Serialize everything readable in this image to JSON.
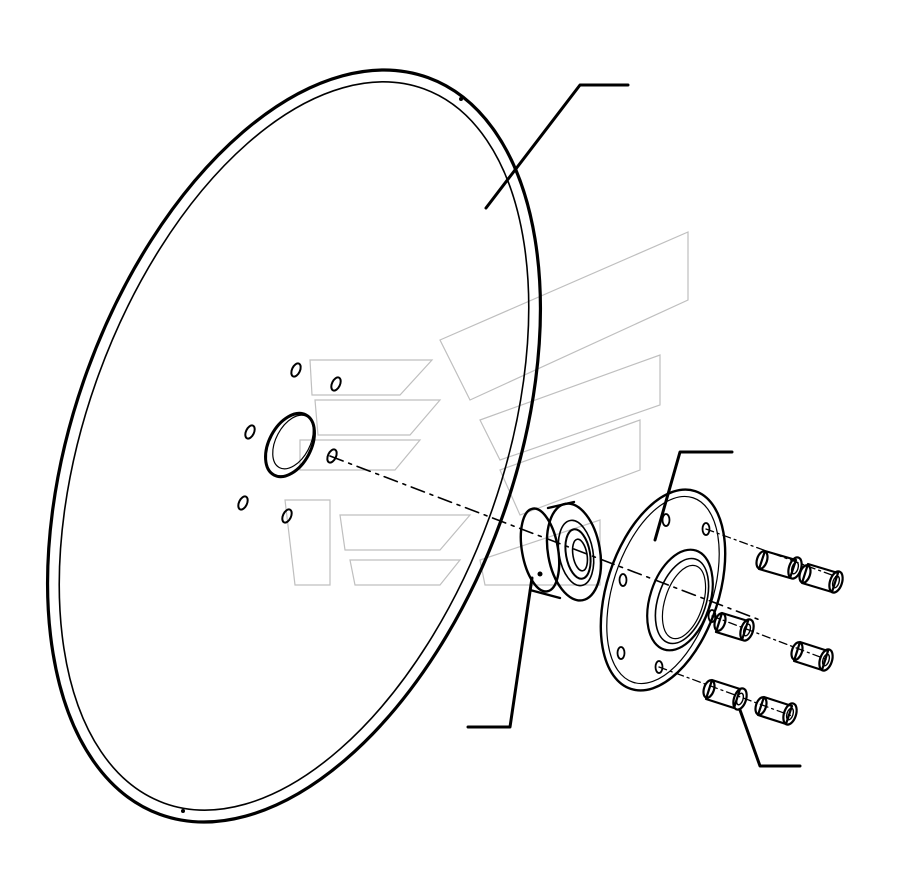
{
  "diagram": {
    "kind": "exploded-parts-view",
    "parts": [
      {
        "id": "disc",
        "icon": "disc-blade-icon"
      },
      {
        "id": "bearing",
        "icon": "ball-bearing-icon"
      },
      {
        "id": "hub-flange",
        "icon": "hub-flange-icon"
      },
      {
        "id": "bolts",
        "icon": "bolt-icon",
        "count": 6
      }
    ],
    "callouts": [
      {
        "target": "disc",
        "label": ""
      },
      {
        "target": "hub-flange",
        "label": ""
      },
      {
        "target": "bearing",
        "label": ""
      },
      {
        "target": "bolts",
        "label": ""
      }
    ],
    "colors": {
      "line": "#000000",
      "watermark": "#bfbfbf",
      "background": "#ffffff"
    }
  }
}
